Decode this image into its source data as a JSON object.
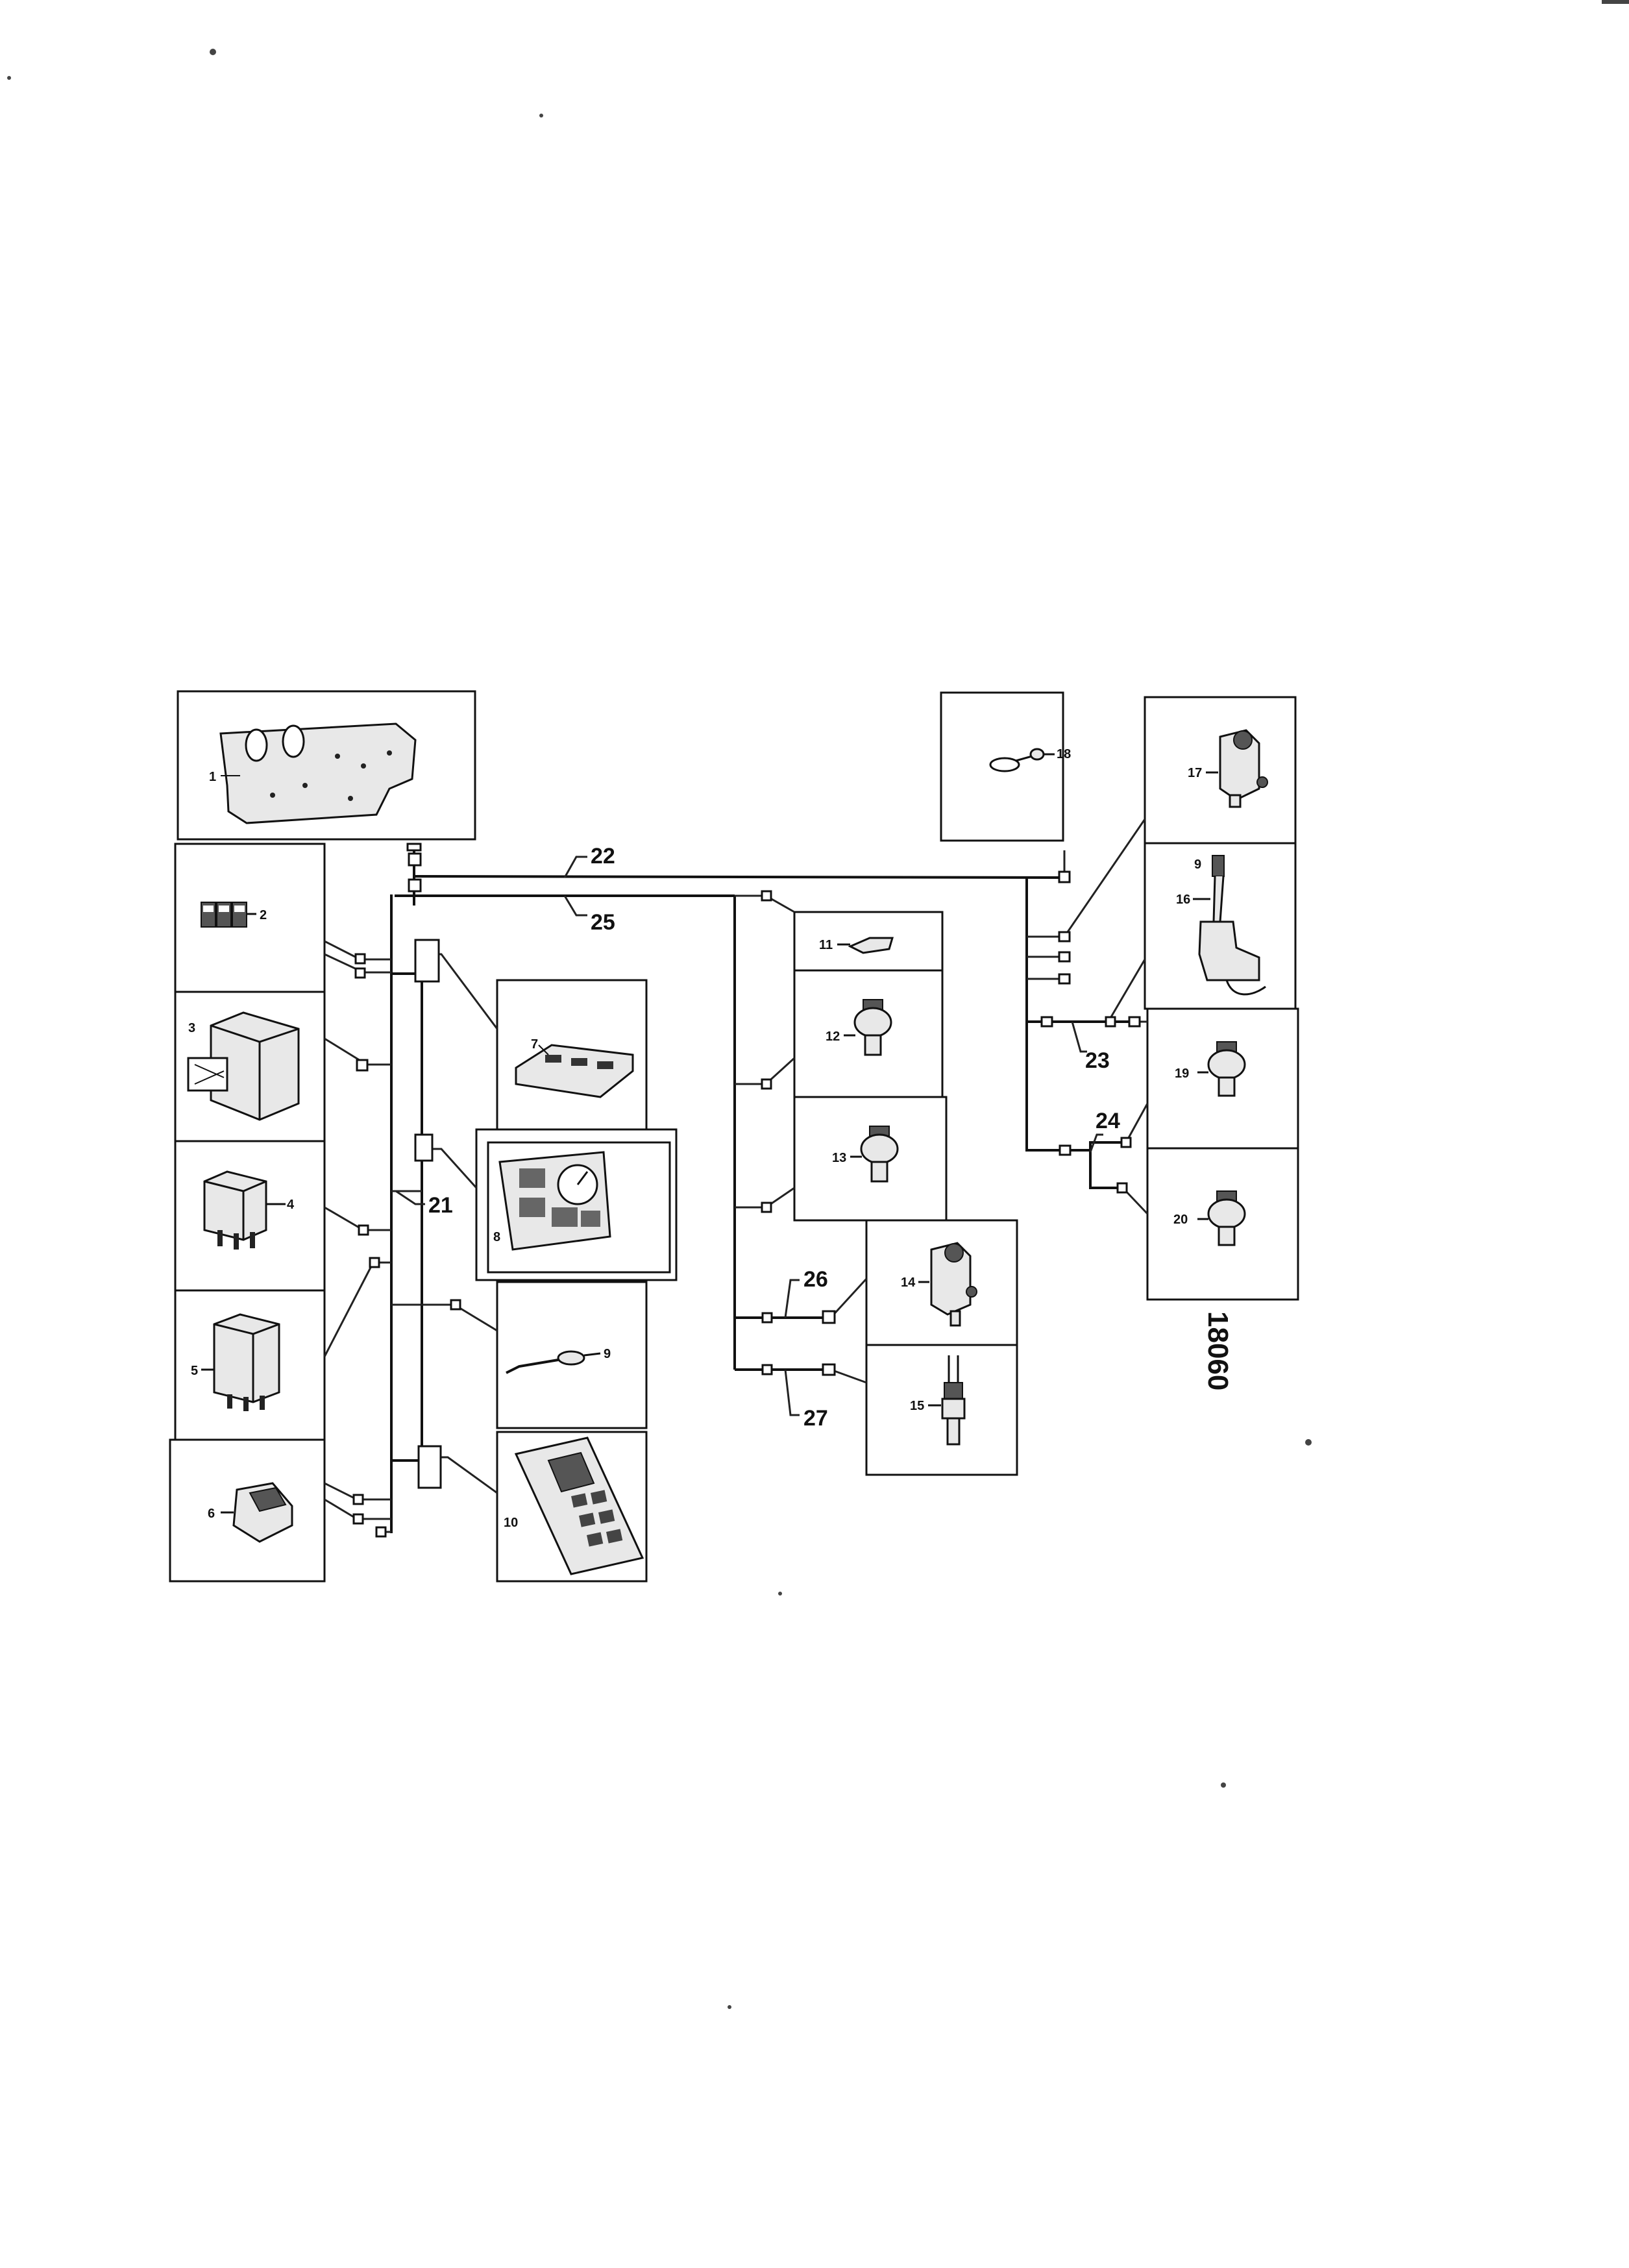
{
  "components": [
    {
      "id": "1",
      "name": "instrument-panel-board"
    },
    {
      "id": "2",
      "name": "triple-switch-block"
    },
    {
      "id": "3",
      "name": "large-relay"
    },
    {
      "id": "4",
      "name": "relay"
    },
    {
      "id": "5",
      "name": "tall-relay"
    },
    {
      "id": "6",
      "name": "rocker-switch"
    },
    {
      "id": "7",
      "name": "circuit-board"
    },
    {
      "id": "8",
      "name": "instrument-cluster"
    },
    {
      "id": "9",
      "name": "sensor-lead"
    },
    {
      "id": "10",
      "name": "control-keypad-unit"
    },
    {
      "id": "11",
      "name": "small-sensor"
    },
    {
      "id": "12",
      "name": "pressure-switch"
    },
    {
      "id": "13",
      "name": "pressure-switch"
    },
    {
      "id": "14",
      "name": "solenoid-valve"
    },
    {
      "id": "15",
      "name": "temperature-sender"
    },
    {
      "id": "16",
      "name": "lever-switch"
    },
    {
      "id": "17",
      "name": "solenoid-valve"
    },
    {
      "id": "18",
      "name": "ring-sensor"
    },
    {
      "id": "19",
      "name": "pressure-switch"
    },
    {
      "id": "20",
      "name": "pressure-switch"
    }
  ],
  "harness_labels": [
    "21",
    "22",
    "23",
    "24",
    "25",
    "26",
    "27"
  ],
  "detail_label": "9",
  "figure_code": "18060"
}
